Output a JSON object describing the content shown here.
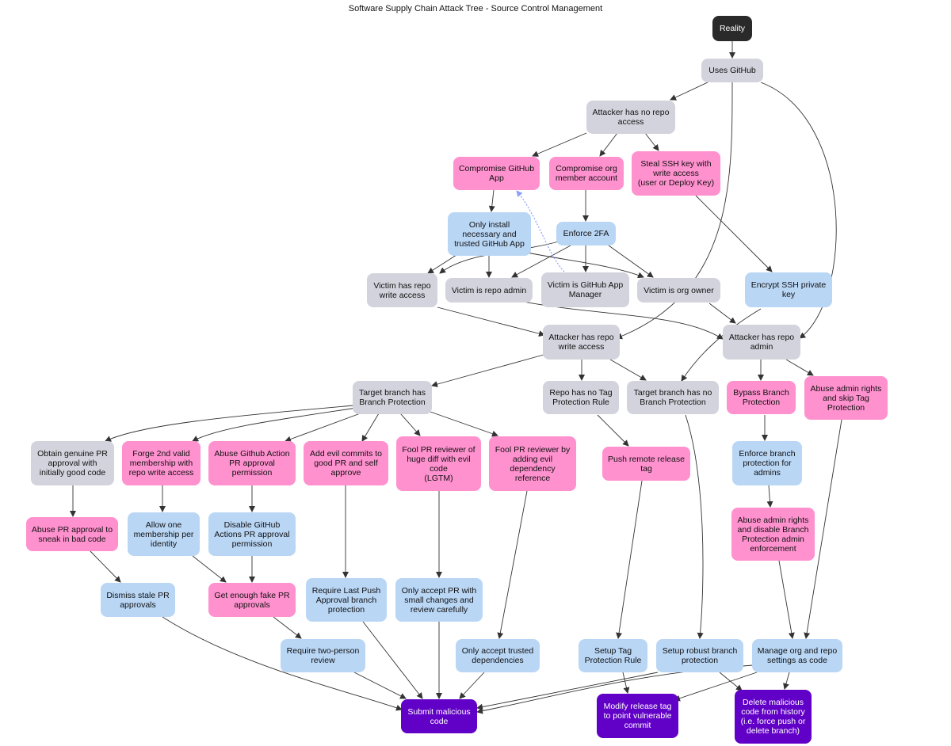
{
  "title": "Software Supply Chain Attack Tree - Source Control Management",
  "colors": {
    "condition": "#d3d3dd",
    "attack": "#ff91cf",
    "mitigation": "#b9d6f5",
    "root": "#2a2a2a",
    "goal": "#6100c6",
    "edge": "#333333",
    "dotted_edge": "#8aa0ff"
  },
  "nodes": {
    "reality": "Reality",
    "uses_github": "Uses GitHub",
    "no_repo_access": "Attacker has no repo\naccess",
    "compromise_app": "Compromise GitHub\nApp",
    "compromise_member": "Compromise org\nmember account",
    "steal_ssh": "Steal SSH key with\nwrite access\n(user or Deploy Key)",
    "only_install": "Only install\nnecessary and\ntrusted GitHub App",
    "enforce_2fa": "Enforce 2FA",
    "victim_write": "Victim has repo\nwrite access",
    "victim_admin": "Victim is repo admin",
    "victim_app_mgr": "Victim is GitHub App\nManager",
    "victim_owner": "Victim is org owner",
    "encrypt_ssh": "Encrypt SSH private\nkey",
    "has_write": "Attacker has repo\nwrite access",
    "has_admin": "Attacker has repo\nadmin",
    "target_bp": "Target branch has\nBranch Protection",
    "no_tag_rule": "Repo has no Tag\nProtection Rule",
    "target_no_bp": "Target branch has no\nBranch Protection",
    "bypass_bp": "Bypass Branch\nProtection",
    "abuse_skip_tag": "Abuse admin rights\nand skip Tag\nProtection",
    "obtain_genuine": "Obtain genuine PR\napproval with\ninitially good code",
    "forge_2nd": "Forge 2nd valid\nmembership with\nrepo write access",
    "abuse_action": "Abuse Github Action\nPR approval\npermission",
    "add_evil": "Add evil commits to\ngood PR and self\napprove",
    "fool_huge": "Fool PR reviewer of\nhuge diff with evil\ncode\n(LGTM)",
    "fool_dep": "Fool PR reviewer by\nadding evil\ndependency\nreference",
    "push_tag": "Push remote release\ntag",
    "enforce_bp_admins": "Enforce branch\nprotection for\nadmins",
    "abuse_sneak": "Abuse PR approval to\nsneak in bad code",
    "allow_one": "Allow one\nmembership per\nidentity",
    "disable_actions": "Disable GitHub\nActions PR approval\npermission",
    "abuse_disable_bp": "Abuse admin rights\nand disable Branch\nProtection admin\nenforcement",
    "dismiss_stale": "Dismiss stale PR\napprovals",
    "fake_approvals": "Get enough fake PR\napprovals",
    "last_push": "Require Last Push\nApproval branch\nprotection",
    "small_changes": "Only accept PR with\nsmall changes and\nreview carefully",
    "two_person": "Require two-person\nreview",
    "trusted_deps": "Only accept trusted\ndependencies",
    "setup_tag": "Setup Tag\nProtection Rule",
    "robust_bp": "Setup robust branch\nprotection",
    "manage_code": "Manage org and repo\nsettings as code",
    "submit": "Submit malicious\ncode",
    "modify_tag": "Modify release tag\nto point vulnerable\ncommit",
    "delete_code": "Delete malicious\ncode from history\n(i.e. force push or\ndelete branch)"
  }
}
